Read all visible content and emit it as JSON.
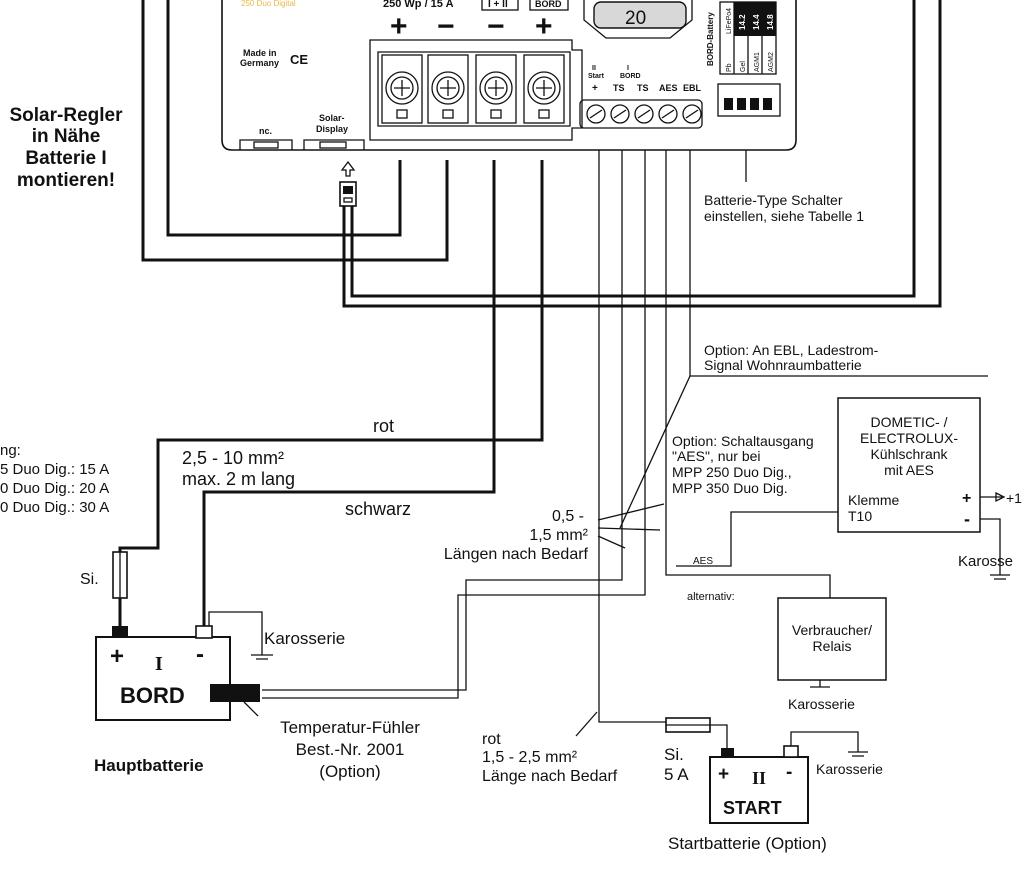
{
  "colors": {
    "ink": "#111111",
    "paper": "#ffffff",
    "brand_label": "#e8b84a"
  },
  "controller": {
    "model_label": "250 Duo Digital",
    "rating": "250 Wp / 15 A",
    "top_labels": [
      "I + II",
      "BORD"
    ],
    "display_value": "20",
    "made_in": [
      "Made in",
      "Germany"
    ],
    "ce_mark": "CE",
    "nc_label": "nc.",
    "solar_display_label": [
      "Solar-",
      "Display"
    ],
    "term_start_top": "II",
    "term_start": "Start",
    "term_bord_top": "I",
    "term_bord": "BORD",
    "term_labels": [
      "+",
      "TS",
      "TS",
      "AES",
      "EBL"
    ],
    "battery_type_heading": "BORD-Battery",
    "battery_types": [
      {
        "name": "Pb",
        "voltage": ""
      },
      {
        "name": "Gel",
        "voltage": "14.2"
      },
      {
        "name": "AGM1",
        "voltage": "14.4"
      },
      {
        "name": "AGM2",
        "voltage": "14.8"
      }
    ],
    "battery_type_extra": "LiFePo4",
    "switch_note": [
      "Batterie-Type Schalter",
      "einstellen, siehe Tabelle 1"
    ]
  },
  "notes": {
    "mount_hint": [
      "Solar-Regler",
      "in Nähe",
      "Batterie I",
      "montieren!"
    ],
    "fuse_rating_partial": [
      "ng:",
      "5 Duo Dig.: 15 A",
      "0 Duo Dig.: 20 A",
      "0 Duo Dig.: 30 A"
    ]
  },
  "wires": {
    "red_label": "rot",
    "black_label": "schwarz",
    "main_cable": [
      "2,5 - 10 mm²",
      "max. 2 m lang"
    ],
    "signal_cable": [
      "0,5 -",
      "1,5 mm²",
      "Längen nach Bedarf"
    ],
    "start_cable": [
      "rot",
      "1,5 - 2,5 mm²",
      "Länge nach Bedarf"
    ]
  },
  "options": {
    "ebl": [
      "Option: An EBL, Ladestrom-",
      "Signal Wohnraumbatterie"
    ],
    "aes": [
      "Option: Schaltausgang",
      "\"AES\", nur bei",
      "MPP 250 Duo Dig.,",
      "MPP 350 Duo Dig."
    ],
    "aes_wire_label": "AES",
    "alternative": "alternativ:"
  },
  "fridge": {
    "title": [
      "DOMETIC- /",
      "ELECTROLUX-",
      "Kühlschrank",
      "mit AES"
    ],
    "terminal": [
      "Klemme",
      "T10"
    ],
    "plus": "+",
    "minus": "-",
    "output_partial": "+1",
    "ground_partial": "Karosse"
  },
  "consumer": {
    "title": [
      "Verbraucher/",
      "Relais"
    ],
    "ground": "Karosserie"
  },
  "main_battery": {
    "plus": "+",
    "minus": "-",
    "numeral": "I",
    "name": "BORD",
    "caption": "Hauptbatterie",
    "ground": "Karosserie",
    "fuse": "Si.",
    "temp_sensor": [
      "Temperatur-Fühler",
      "Best.-Nr. 2001",
      "(Option)"
    ]
  },
  "start_battery": {
    "plus": "+",
    "minus": "-",
    "numeral": "II",
    "name": "START",
    "caption": "Startbatterie (Option)",
    "ground": "Karosserie",
    "fuse": [
      "Si.",
      "5 A"
    ]
  }
}
